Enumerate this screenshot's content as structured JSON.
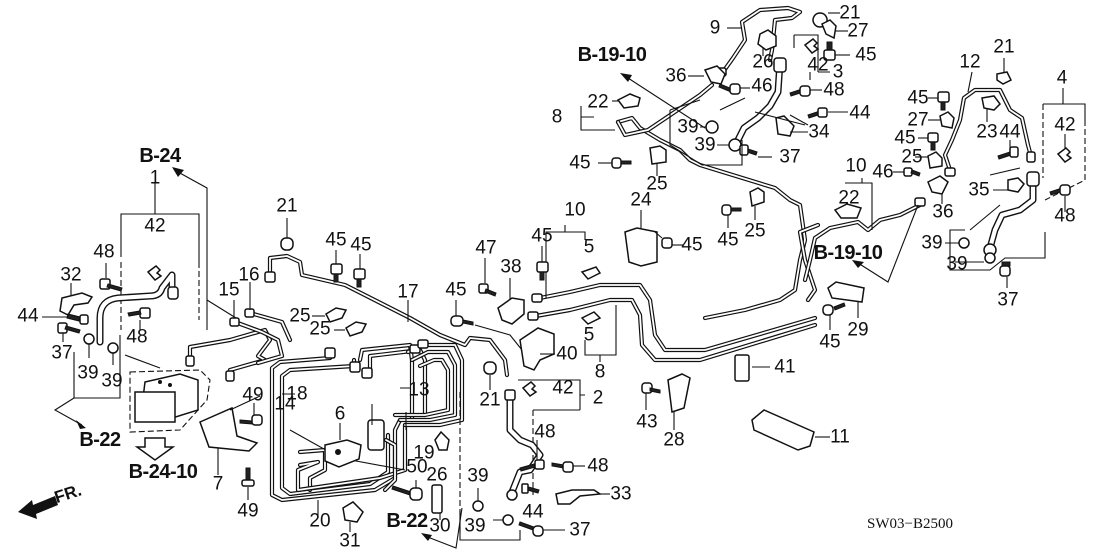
{
  "diagram": {
    "title_code": "SW03−B2500",
    "direction_marker": "FR.",
    "reference_labels": [
      {
        "id": "ref-b24",
        "text": "B-24"
      },
      {
        "id": "ref-b22-left",
        "text": "B-22"
      },
      {
        "id": "ref-b2410",
        "text": "B-24-10"
      },
      {
        "id": "ref-b22-bottom",
        "text": "B-22"
      },
      {
        "id": "ref-b1910-top",
        "text": "B-19-10"
      },
      {
        "id": "ref-b1910-right",
        "text": "B-19-10"
      }
    ],
    "callouts": [
      "1",
      "42",
      "32",
      "48",
      "44",
      "37",
      "39",
      "39",
      "48",
      "21",
      "45",
      "45",
      "16",
      "15",
      "25",
      "25",
      "17",
      "18",
      "49",
      "49",
      "7",
      "6",
      "14",
      "13",
      "19",
      "26",
      "50",
      "30",
      "20",
      "31",
      "47",
      "38",
      "45",
      "45",
      "10",
      "5",
      "5",
      "8",
      "40",
      "21",
      "42",
      "2",
      "48",
      "48",
      "33",
      "44",
      "37",
      "39",
      "39",
      "24",
      "45",
      "43",
      "28",
      "41",
      "11",
      "9",
      "21",
      "27",
      "26",
      "45",
      "42",
      "3",
      "36",
      "46",
      "48",
      "44",
      "34",
      "22",
      "8",
      "39",
      "39",
      "37",
      "45",
      "25",
      "25",
      "45",
      "21",
      "12",
      "45",
      "27",
      "23",
      "44",
      "45",
      "25",
      "4",
      "42",
      "46",
      "10",
      "22",
      "36",
      "35",
      "48",
      "39",
      "39",
      "37",
      "29",
      "45"
    ]
  }
}
